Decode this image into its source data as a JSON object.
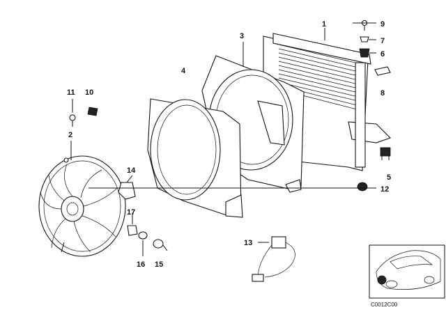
{
  "diagram": {
    "callouts": [
      {
        "id": "1",
        "text": "1"
      },
      {
        "id": "2",
        "text": "2"
      },
      {
        "id": "3",
        "text": "3"
      },
      {
        "id": "4",
        "text": "4"
      },
      {
        "id": "5",
        "text": "5"
      },
      {
        "id": "6",
        "text": "6"
      },
      {
        "id": "7",
        "text": "7"
      },
      {
        "id": "8",
        "text": "8"
      },
      {
        "id": "9",
        "text": "9"
      },
      {
        "id": "10",
        "text": "10"
      },
      {
        "id": "11",
        "text": "11"
      },
      {
        "id": "12",
        "text": "12"
      },
      {
        "id": "13",
        "text": "13"
      },
      {
        "id": "14",
        "text": "14"
      },
      {
        "id": "15",
        "text": "15"
      },
      {
        "id": "16",
        "text": "16"
      },
      {
        "id": "17",
        "text": "17"
      }
    ],
    "image_code": "C0012C00"
  }
}
